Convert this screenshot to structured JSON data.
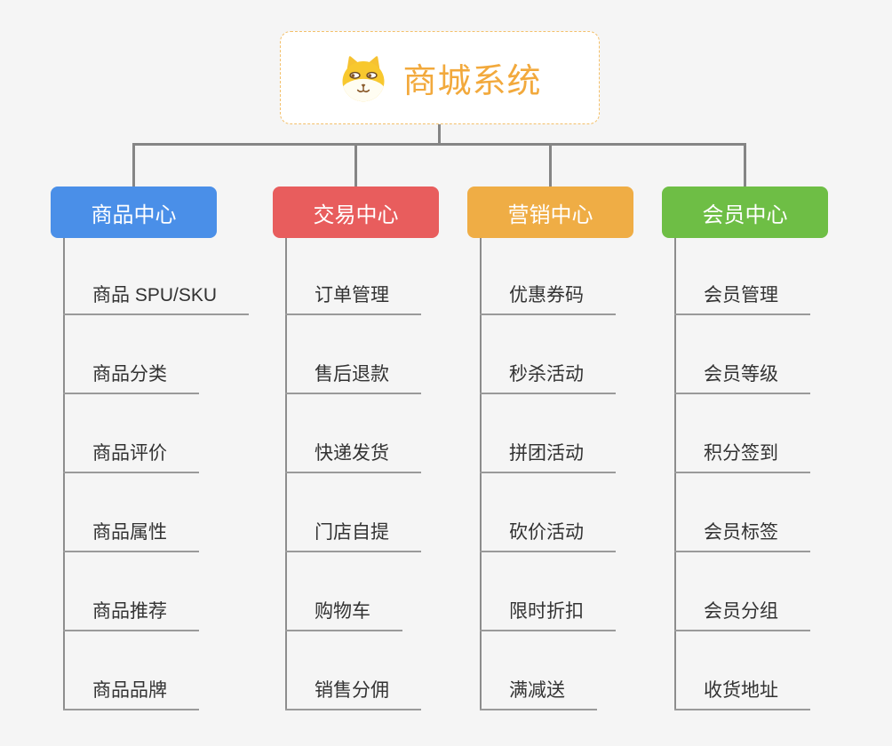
{
  "root": {
    "title": "商城系统",
    "icon": "shiba-dog-icon"
  },
  "branches": [
    {
      "label": "商品中心",
      "color": "#4a8fe8",
      "items": [
        "商品 SPU/SKU",
        "商品分类",
        "商品评价",
        "商品属性",
        "商品推荐",
        "商品品牌"
      ]
    },
    {
      "label": "交易中心",
      "color": "#e85d5d",
      "items": [
        "订单管理",
        "售后退款",
        "快递发货",
        "门店自提",
        "购物车",
        "销售分佣"
      ]
    },
    {
      "label": "营销中心",
      "color": "#efad45",
      "items": [
        "优惠券码",
        "秒杀活动",
        "拼团活动",
        "砍价活动",
        "限时折扣",
        "满减送"
      ]
    },
    {
      "label": "会员中心",
      "color": "#6ebe45",
      "items": [
        "会员管理",
        "会员等级",
        "积分签到",
        "会员标签",
        "会员分组",
        "收货地址"
      ]
    }
  ],
  "colors": {
    "background": "#f5f5f5",
    "root_text": "#f2a93c",
    "root_border": "#f3c06b",
    "connector_line": "#858585",
    "item_underline": "#9a9a9a",
    "item_text": "#333333"
  }
}
